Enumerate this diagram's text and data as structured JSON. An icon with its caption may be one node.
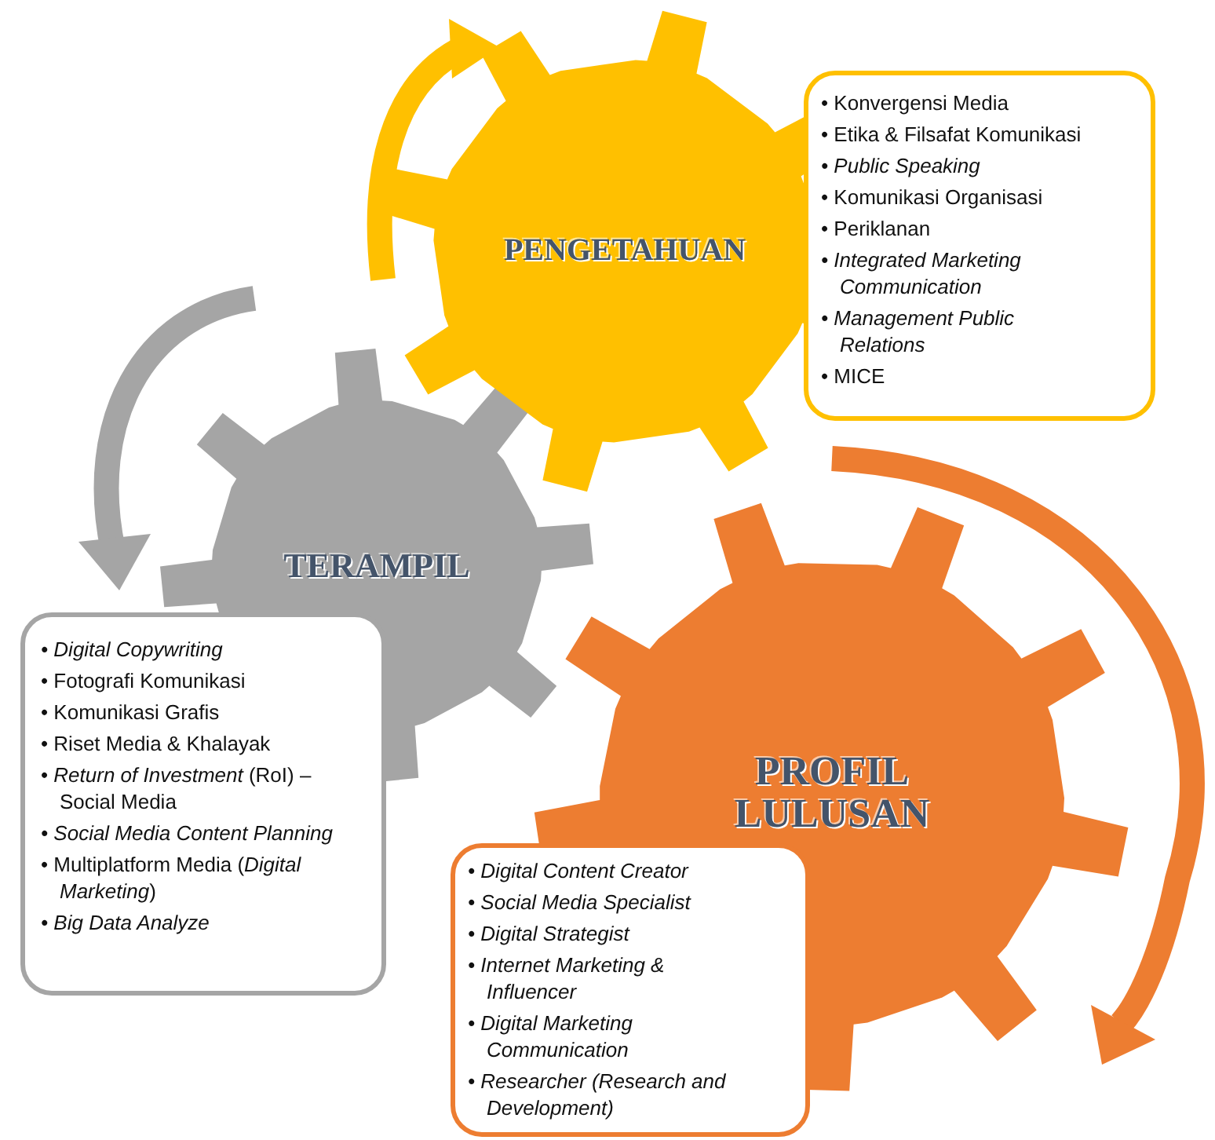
{
  "diagram": {
    "nodes": [
      {
        "text": [
          "PENGETAHUAN"
        ]
      },
      {
        "text": [
          "• Konvergensi Media",
          "• Etika & Filsafat Komunikasi",
          "• Public Speaking",
          "• Komunikasi Organisasi",
          "• Periklanan",
          "• Integrated Marketing Communication",
          "• Management Public Relations",
          "• MICE"
        ]
      },
      {
        "text": [
          "TERAMPIL"
        ]
      },
      {
        "text": [
          "• Digital Copywriting",
          "• Fotografi Komunikasi",
          "• Komunikasi Grafis",
          "• Riset Media & Khalayak",
          "• *Return of Investment* (RoI) – Social Media",
          "• Social Media Content Planning",
          "• Multiplatform Media (*Digital Marketing*)",
          "• Big Data Analyze"
        ]
      },
      {
        "text": [
          "PROFIL LULUSAN"
        ]
      },
      {
        "text": [
          "• Digital Content Creator",
          "• Social Media Specialist",
          "• Digital Strategist",
          "• Internet Marketing & Influencer",
          "• Digital Marketing Communication",
          "• Researcher (Research and Development)"
        ]
      }
    ]
  }
}
